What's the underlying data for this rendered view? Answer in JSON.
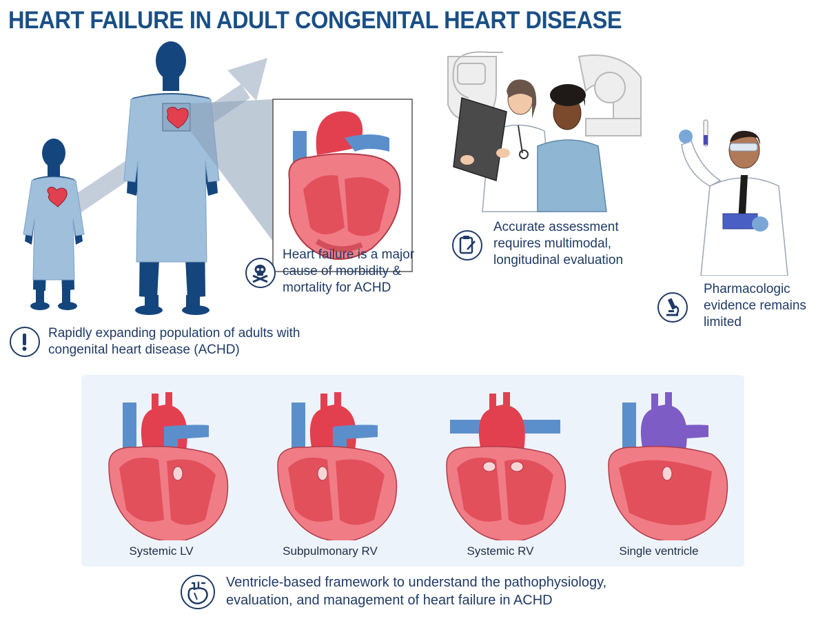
{
  "title": "HEART FAILURE IN ADULT CONGENITAL HEART DISEASE",
  "points": {
    "population": "Rapidly expanding population of adults with congenital heart disease (ACHD)",
    "morbidity": "Heart failure is a major cause of morbidity & mortality for ACHD",
    "assessment": "Accurate assessment requires multimodal, longitudinal evaluation",
    "pharmacologic": "Pharmacologic evidence remains limited"
  },
  "ventricle_types": [
    {
      "label": "Systemic LV"
    },
    {
      "label": "Subpulmonary RV"
    },
    {
      "label": "Systemic RV"
    },
    {
      "label": "Single ventricle"
    }
  ],
  "framework": "Ventricle-based framework to understand the pathophysiology, evaluation, and management of heart failure in ACHD",
  "icons": [
    "exclamation-icon",
    "skull-crossbones-icon",
    "clipboard-icon",
    "microscope-icon",
    "heart-icon"
  ],
  "colors": {
    "title": "#1a4f86",
    "silhouette": "#15457d",
    "gown": "#9fbfdb",
    "heart_red": "#e2404f",
    "heart_light": "#f07c86",
    "vessel_blue": "#5b8fcc",
    "vessel_purple": "#7d5cc6",
    "panel_bg": "#edf3fb"
  }
}
